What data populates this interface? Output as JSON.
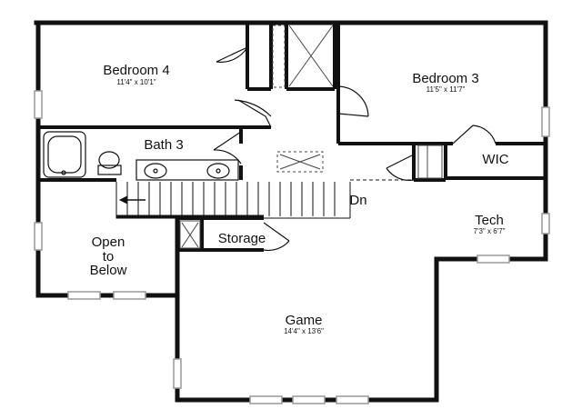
{
  "rooms": {
    "bedroom4": {
      "name": "Bedroom 4",
      "dims": "11'4\" x 10'1\""
    },
    "bedroom3": {
      "name": "Bedroom 3",
      "dims": "11'5\" x 11'7\""
    },
    "bath3": {
      "name": "Bath 3"
    },
    "wic": {
      "name": "WIC"
    },
    "tech": {
      "name": "Tech",
      "dims": "7'3\" x 6'7\""
    },
    "storage": {
      "name": "Storage"
    },
    "open": {
      "line1": "Open",
      "line2": "to",
      "line3": "Below"
    },
    "game": {
      "name": "Game",
      "dims": "14'4\" x 13'6\""
    }
  },
  "stairs": {
    "label": "Dn"
  },
  "colors": {
    "wall": "#111111",
    "window": "#9a9a9a"
  }
}
